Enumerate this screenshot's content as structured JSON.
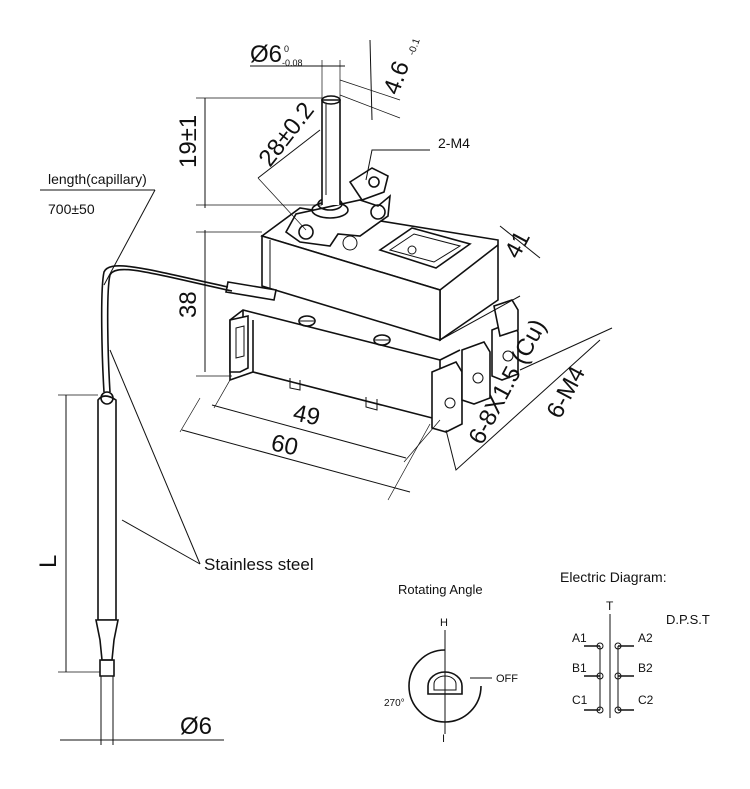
{
  "dimensions": {
    "shaft_diameter": "Ø6",
    "shaft_diameter_upper_tol": "0",
    "shaft_diameter_lower_tol": "-0.08",
    "flat_width": "4.6",
    "flat_width_tol": "-0.1",
    "shaft_height": "19±1",
    "mount_spacing": "28±0.2",
    "mount_screws": "2-M4",
    "body_height": "38",
    "body_depth": "41",
    "base_inner_length": "49",
    "base_length": "60",
    "terminals": "6-8X1.5 (Cu)",
    "terminal_screws": "6-M4",
    "bulb_length": "L",
    "bulb_diameter": "Ø6"
  },
  "capillary": {
    "label": "length(capillary)",
    "value": "700±50",
    "material": "Stainless steel"
  },
  "rotating_angle": {
    "title": "Rotating Angle",
    "high": "H",
    "off": "OFF",
    "angle": "270°",
    "low": "I"
  },
  "electric_diagram": {
    "title": "Electric Diagram:",
    "thermostat": "T",
    "type": "D.P.S.T",
    "left_terminals": [
      "A1",
      "B1",
      "C1"
    ],
    "right_terminals": [
      "A2",
      "B2",
      "C2"
    ]
  }
}
